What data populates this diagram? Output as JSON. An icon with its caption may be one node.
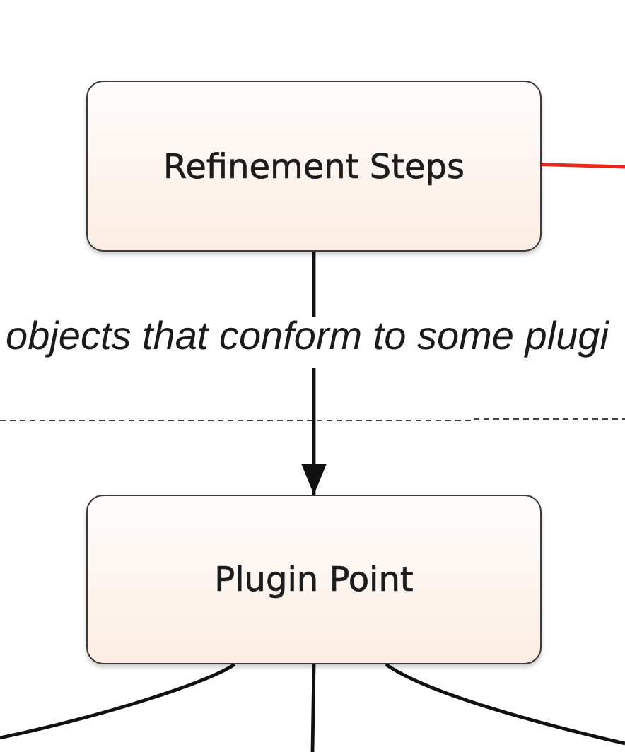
{
  "diagram": {
    "nodes": [
      {
        "text": [
          "Refinement Steps"
        ]
      },
      {
        "text": [
          "Plugin Point"
        ]
      }
    ],
    "edges": [
      {
        "from": 0,
        "to": 1,
        "arrow": "to",
        "label": "objects that conform to some plugi"
      },
      {
        "from": 0,
        "to": null,
        "arrow": "none",
        "color": "#e8281e"
      },
      {
        "from": 1,
        "to": null,
        "arrow": "none"
      },
      {
        "from": 1,
        "to": null,
        "arrow": "none"
      },
      {
        "from": 1,
        "to": null,
        "arrow": "none"
      }
    ]
  }
}
